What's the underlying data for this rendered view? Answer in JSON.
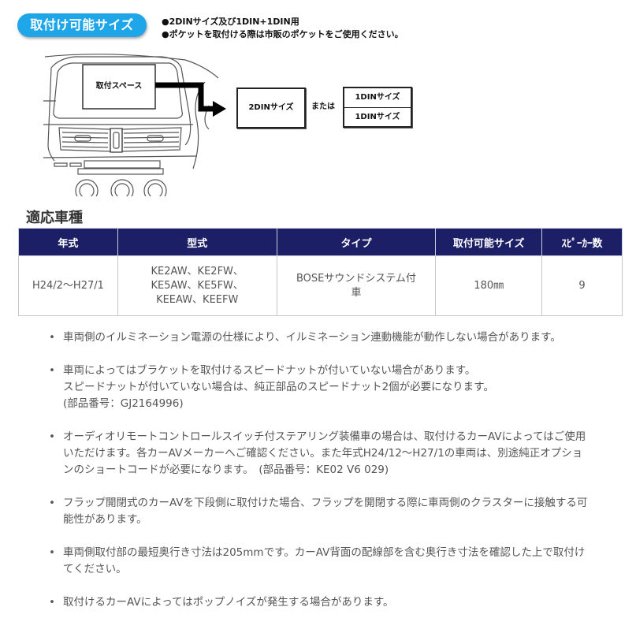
{
  "header": {
    "badge_label": "取付け可能サイズ",
    "notes": [
      "●2DINサイズ及び1DIN+1DIN用",
      "●ポケットを取付ける際は市販のポケットをご使用ください。"
    ]
  },
  "diagram": {
    "space_label": "取付スペース",
    "din2_label": "2DINサイズ",
    "or_label": "または",
    "din1_labels": [
      "1DINサイズ",
      "1DINサイズ"
    ],
    "colors": {
      "arrow": "#000000",
      "line": "#222222"
    }
  },
  "compat": {
    "title": "適応車種",
    "columns": [
      "年式",
      "型式",
      "タイプ",
      "取付可能サイズ",
      "ｽﾋﾟｰｶｰ数"
    ],
    "rows": [
      {
        "year": "H24/2～H27/1",
        "model": "KE2AW、KE2FW、\nKE5AW、KE5FW、\nKEEAW、KEEFW",
        "type": "BOSEサウンドシステム付車",
        "size": "180㎜",
        "speakers": "9"
      }
    ],
    "colors": {
      "header_bg": "#1c1f66",
      "header_text": "#ffffff",
      "border": "#c9c9c9"
    }
  },
  "notes": [
    "車両側のイルミネーション電源の仕様により、イルミネーション連動機能が動作しない場合があります。",
    "車両によってはブラケットを取付けるスピードナットが付いていない場合があります。\nスピードナットが付いていない場合は、純正部品のスピードナット2個が必要になります。\n(部品番号：GJ2164996)",
    "オーディオリモートコントロールスイッチ付ステアリング装備車の場合は、取付けるカーAVによってはご使用いただけます。各カーAVメーカーへご確認ください。また年式H24/12～H27/1の車両は、別途純正オプションのショートコードが必要になります。　(部品番号：KE02 V6 029)",
    "フラップ開閉式のカーAVを下段側に取付けた場合、フラップを開閉する際に車両側のクラスターに接触する可能性があります。",
    "車両側取付部の最短奥行き寸法は205mmです。カーAV背面の配線部を含む奥行き寸法を確認した上で取付けてください。",
    "取付けるカーAVによってはポップノイズが発生する場合があります。"
  ],
  "theme": {
    "badge_color": "#1ea6e8"
  }
}
